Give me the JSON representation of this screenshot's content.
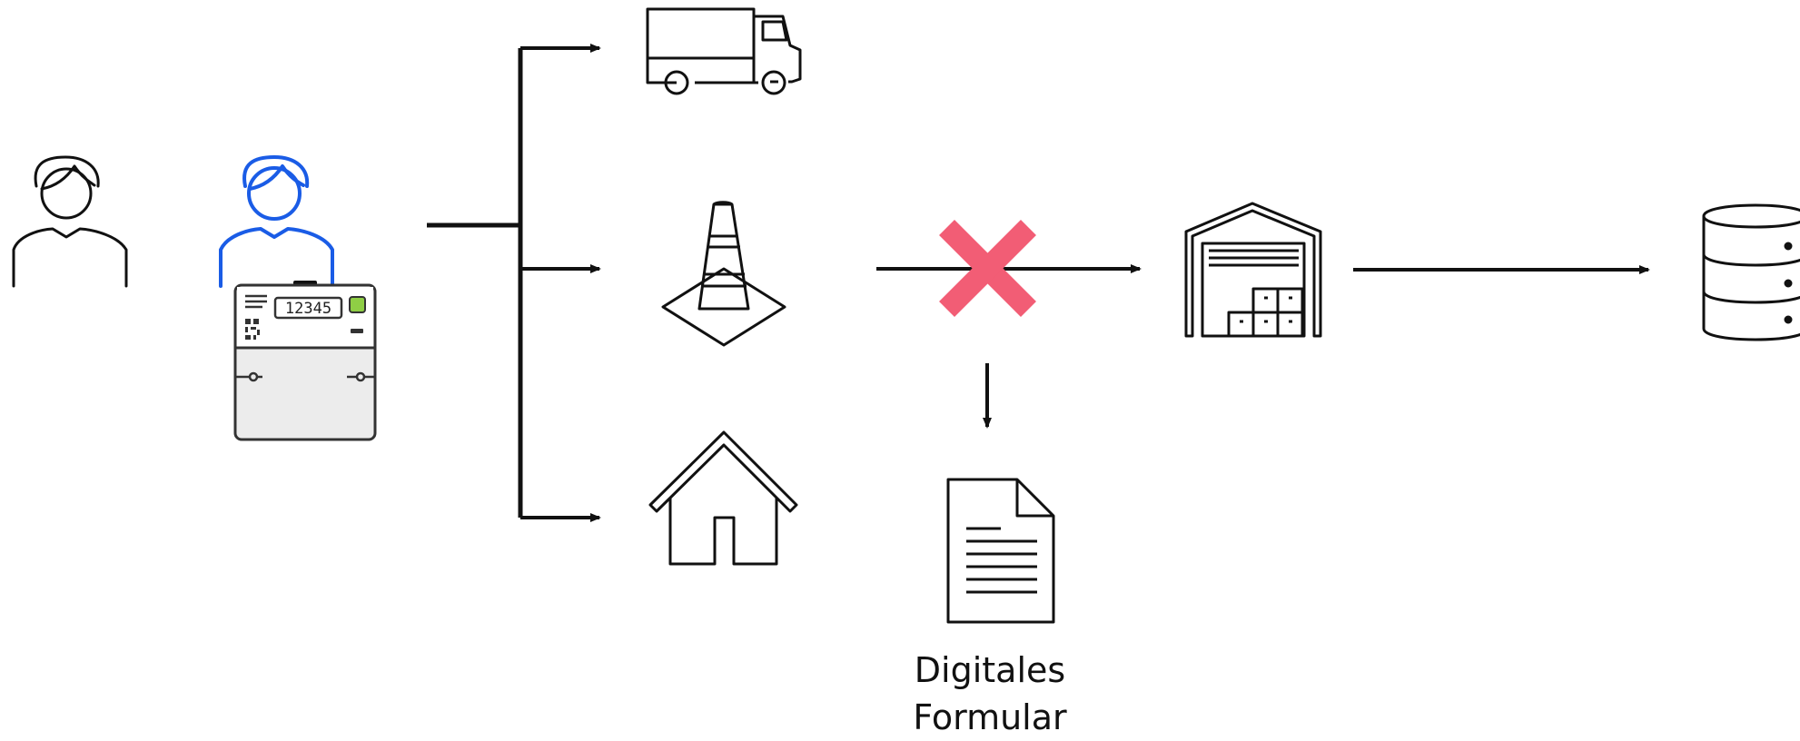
{
  "colors": {
    "stroke": "#111111",
    "technician": "#1a5ce6",
    "cross": "#f25d75",
    "meter_body": "#ececec",
    "meter_led": "#8fce45"
  },
  "icons": {
    "person": "person-icon",
    "technician": "technician-icon",
    "meter": "electricity-meter-icon",
    "truck": "truck-icon",
    "cone": "traffic-cone-icon",
    "house": "house-icon",
    "cross": "cross-icon",
    "document": "document-icon",
    "warehouse": "warehouse-icon",
    "database": "database-icon"
  },
  "meter": {
    "display": "12345"
  },
  "document_caption": {
    "line1": "Digitales",
    "line2": "Formular"
  }
}
